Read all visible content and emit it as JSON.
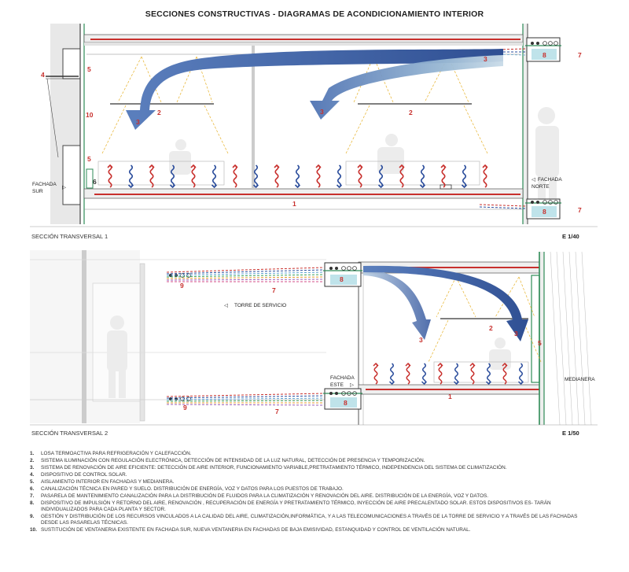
{
  "title": "SECCIONES CONSTRUCTIVAS - DIAGRAMAS DE ACONDICIONAMIENTO INTERIOR",
  "section1": {
    "label": "SECCIÓN TRANSVERSAL 1",
    "scale": "E 1/40",
    "facade_left": [
      "FACHADA",
      "SUR"
    ],
    "facade_right": [
      "FACHADA",
      "NORTE"
    ]
  },
  "section2": {
    "label": "SECCIÓN TRANSVERSAL 2",
    "scale": "E 1/50",
    "tower": "TORRE DE SERVICIO",
    "facade_left": [
      "FACHADA",
      "ESTE"
    ],
    "neighbor": "MEDIANERA"
  },
  "markers": {
    "n1": "1",
    "n2": "2",
    "n3": "3",
    "n4": "4",
    "n5": "5",
    "n6": "6",
    "n7": "7",
    "n8": "8",
    "n9": "9",
    "n10": "10"
  },
  "legend": [
    {
      "num": "1.",
      "text": "LOSA TERMOACTIVA PARA REFRIGERACIÓN Y CALEFACCIÓN."
    },
    {
      "num": "2.",
      "text": "SISTEMA ILUMINACIÓN CON REGULACIÓN ELECTRÓNICA, DETECCIÓN DE INTENSIDAD DE LA LUZ NATURAL, DETECCIÓN DE PRESENCIA Y TEMPORIZACIÓN."
    },
    {
      "num": "3.",
      "text": "SISTEMA DE RENOVACIÓN DE AIRE EFICIENTE: DETECCIÓN DE AIRE INTERIOR, FUNCIONAMIENTO VARIABLE,PRETRATAMIENTO TÉRMICO, INDEPENDENCIA DEL SISTEMA DE CLIMATIZACIÓN."
    },
    {
      "num": "4.",
      "text": "DISPOSITIVO DE CONTROL SOLAR."
    },
    {
      "num": "5.",
      "text": "AISLAMIENTO INTERIOR EN FACHADAS Y MEDIANERA."
    },
    {
      "num": "6.",
      "text": "CANALIZACIÓN TÉCNICA EN PARED Y SUELO. DISTRIBUCIÓN DE ENERGÍA, VOZ Y DATOS PARA LOS PUESTOS DE TRABAJO."
    },
    {
      "num": "7.",
      "text": "PASARELA DE MANTENIMIENTO CANALIZACIÓN PARA LA DISTRIBUCIÓN DE FLUIDOS PARA LA CLIMATIZACIÓN Y RENOVACIÓN DEL AIRE. DISTRIBUCIÓN DE LA ENERGÍA, VOZ Y DATOS."
    },
    {
      "num": "8.",
      "text": "DISPOSITIVO DE IMPULSIÓN Y RETORNO DEL AIRE, RENOVACIÓN , RECUPERACIÓN DE ENERGÍA Y PRETRATAMIENTO TÉRMICO, INYECCIÓN DE AIRE PRECALENTADO SOLAR. ESTOS DISPOSITIVOS ES- TARÁN INDIVIDUALIZADOS PARA CADA PLANTA Y SECTOR."
    },
    {
      "num": "9.",
      "text": "GESTIÓN Y DISTRIBUCIÓN DE LOS RECURSOS VINCULADOS A LA CALIDAD DEL AIRE, CLIMATIZACIÓN,INFORMÁTICA, Y A LAS TELECOMUNICACIONES A TRAVÉS DE LA TORRE DE SERVICIO Y A TRAVÉS DE LAS FACHADAS DESDE LAS PASARELAS TÉCNICAS."
    },
    {
      "num": "10.",
      "text": "SUSTITUCIÓN DE VENTANERIA EXISTENTE EN FACHADA SUR, NUEVA VENTANERIA EN FACHADAS DE BAJA EMISIVIDAD, ESTANQUIDAD Y CONTROL DE VENTILACIÓN NATURAL."
    }
  ],
  "colors": {
    "heat": "#c8302d",
    "cool": "#2b4d9c",
    "green": "#2e8b57",
    "cyan": "#bfe3ea",
    "arrow_dark": "#3e5fa3",
    "arrow_light": "#8fb2cf"
  }
}
